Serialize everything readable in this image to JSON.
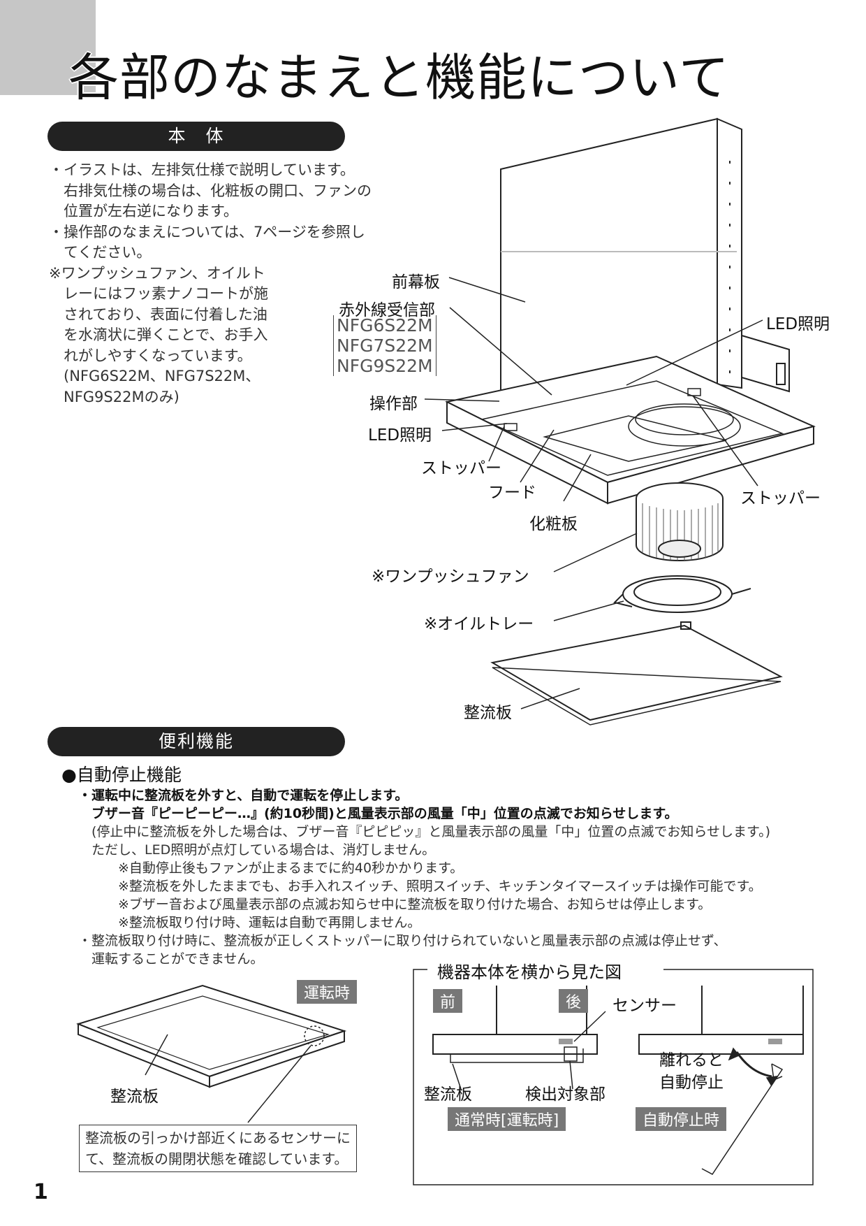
{
  "title": "各部のなまえと機能について",
  "sections": {
    "body_header": "本　体",
    "features_header": "便利機能"
  },
  "notes": [
    "・イラストは、左排気仕様で説明しています。",
    "　右排気仕様の場合は、化粧板の開口、ファンの",
    "　位置が左右逆になります。",
    "・操作部のなまえについては、7ページを参照し",
    "　てください。",
    "※ワンプッシュファン、オイルト",
    "　レーにはフッ素ナノコートが施",
    "　されており、表面に付着した油",
    "　を水滴状に弾くことで、お手入",
    "　れがしやすくなっています。",
    "　(NFG6S22M、NFG7S22M、",
    "　NFG9S22Mのみ)"
  ],
  "labels": {
    "front_panel": "前幕板",
    "ir_receiver": "赤外線受信部",
    "models": [
      "NFG6S22M",
      "NFG7S22M",
      "NFG9S22M"
    ],
    "control": "操作部",
    "led_left": "LED照明",
    "led_right": "LED照明",
    "stopper_left": "ストッパー",
    "stopper_right": "ストッパー",
    "hood": "フード",
    "cosmetic_plate": "化粧板",
    "fan": "※ワンプッシュファン",
    "oil_tray": "※オイルトレー",
    "rectifier": "整流板"
  },
  "features": {
    "subtitle": "●自動停止機能",
    "lines": [
      {
        "text": "・運転中に整流板を外すと、自動で運転を停止します。",
        "style": "b"
      },
      {
        "text": "　ブザー音『ピーピーピー…』(約10秒間)と風量表示部の風量「中」位置の点滅でお知らせします。",
        "style": "b"
      },
      {
        "text": "　(停止中に整流板を外した場合は、ブザー音『ピピピッ』と風量表示部の風量「中」位置の点滅でお知らせします。)",
        "style": "n"
      },
      {
        "text": "　ただし、LED照明が点灯している場合は、消灯しません。",
        "style": "n"
      },
      {
        "text": "　　　※自動停止後もファンが止まるまでに約40秒かかります。",
        "style": "n"
      },
      {
        "text": "　　　※整流板を外したままでも、お手入れスイッチ、照明スイッチ、キッチンタイマースイッチは操作可能です。",
        "style": "n"
      },
      {
        "text": "　　　※ブザー音および風量表示部の点滅お知らせ中に整流板を取り付けた場合、お知らせは停止します。",
        "style": "n"
      },
      {
        "text": "　　　※整流板取り付け時、運転は自動で再開しません。",
        "style": "n"
      },
      {
        "text": "・整流板取り付け時に、整流板が正しくストッパーに取り付けられていないと風量表示部の点滅は停止せず、",
        "style": "n"
      },
      {
        "text": "　運転することができません。",
        "style": "n"
      }
    ]
  },
  "diagram_left": {
    "tag": "運転時",
    "label": "整流板",
    "note_lines": [
      "整流板の引っかけ部近くにあるセンサーに",
      "て、整流板の開閉状態を確認しています。"
    ]
  },
  "side_view": {
    "title": "機器本体を横から見た図",
    "front": "前",
    "back": "後",
    "sensor": "センサー",
    "rectifier": "整流板",
    "detect": "検出対象部",
    "normal": "通常時[運転時]",
    "release_1": "離れると",
    "release_2": "自動停止",
    "auto_stop": "自動停止時"
  },
  "page_number": "1"
}
